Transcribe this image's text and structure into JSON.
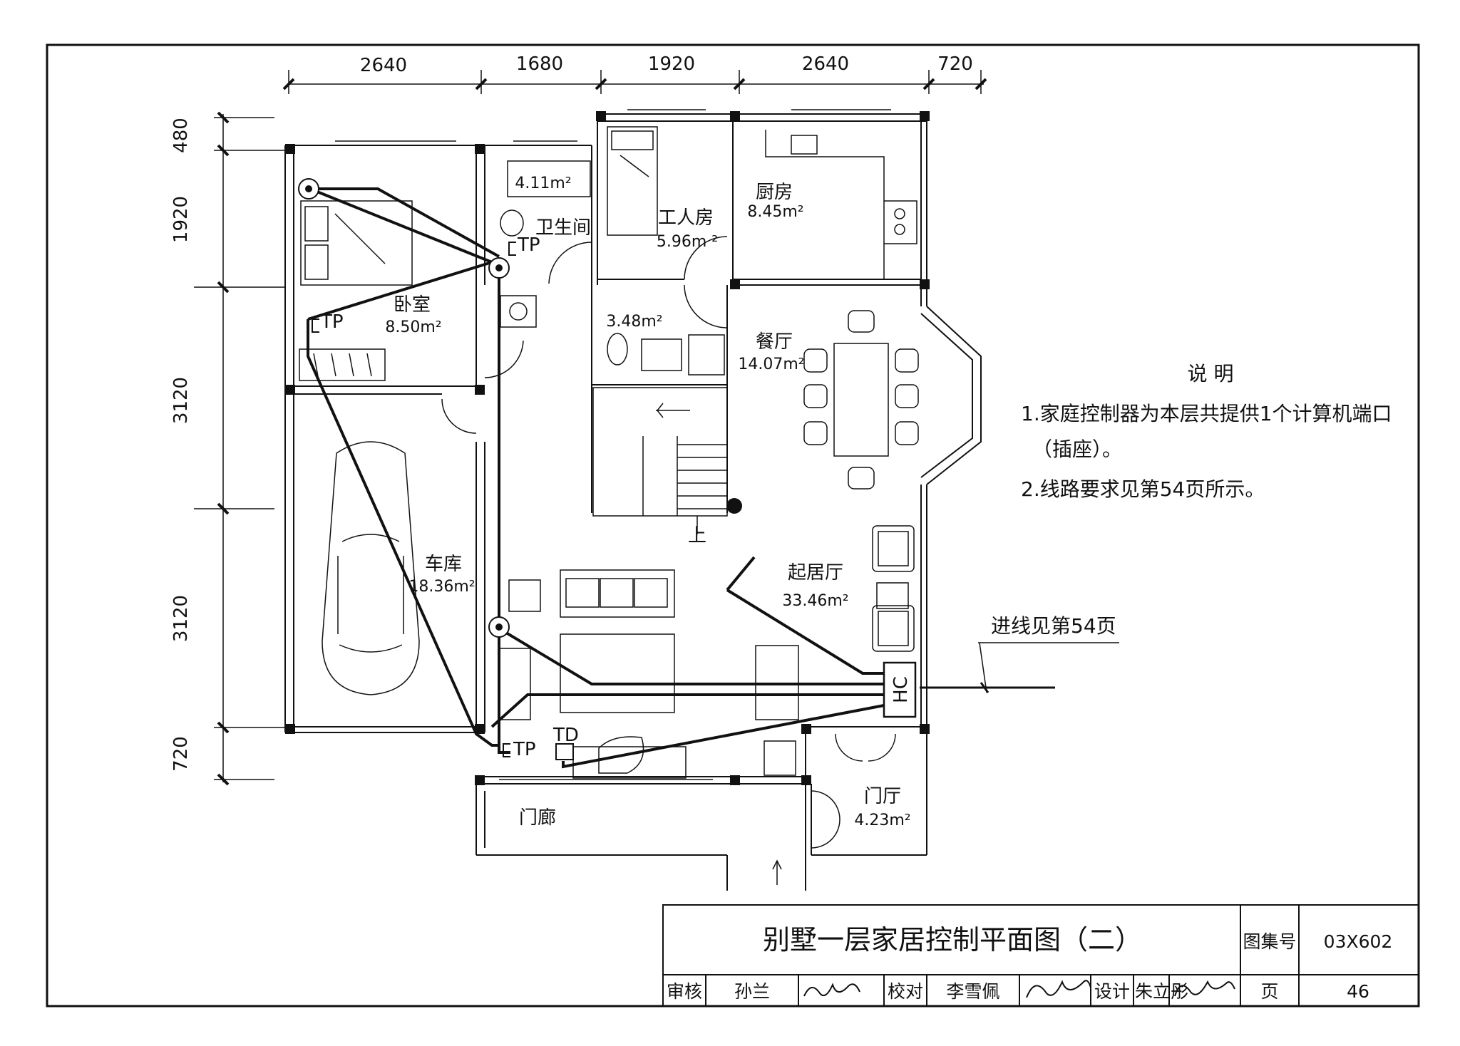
{
  "dimensions": {
    "top": [
      "2640",
      "1680",
      "1920",
      "2640",
      "720"
    ],
    "left": [
      "480",
      "1920",
      "3120",
      "3120",
      "720"
    ]
  },
  "rooms": {
    "bedroom": {
      "name": "卧室",
      "area": "8.50m²"
    },
    "bathroom": {
      "name": "卫生间"
    },
    "bathtub": {
      "area": "4.11m²"
    },
    "servant_room": {
      "name": "工人房",
      "area": "5.96m ²"
    },
    "kitchen": {
      "name": "厨房",
      "area": "8.45m²"
    },
    "small_bath": {
      "area": "3.48m²"
    },
    "dining": {
      "name": "餐厅",
      "area": "14.07m²"
    },
    "garage": {
      "name": "车库",
      "area": "18.36m²"
    },
    "living": {
      "name": "起居厅",
      "area": "33.46m²"
    },
    "foyer": {
      "name": "门厅",
      "area": "4.23m²"
    },
    "porch": {
      "name": "门廊"
    }
  },
  "stair_label": "上",
  "outlets": {
    "tp": "TP",
    "td": "TD",
    "hc": "HC"
  },
  "incoming_label": "进线见第54页",
  "notes": {
    "heading": "说    明",
    "items": [
      "1.家庭控制器为本层共提供1个计算机端口",
      "（插座）。",
      "2.线路要求见第54页所示。"
    ]
  },
  "title_block": {
    "title": "别墅一层家居控制平面图（二）",
    "atlas_label": "图集号",
    "atlas_no": "03X602",
    "review_label": "审核",
    "review_name": "孙兰",
    "check_label": "校对",
    "check_name": "李雪佩",
    "design_label": "设计",
    "design_name": "朱立彤",
    "page_label": "页",
    "page_no": "46"
  }
}
